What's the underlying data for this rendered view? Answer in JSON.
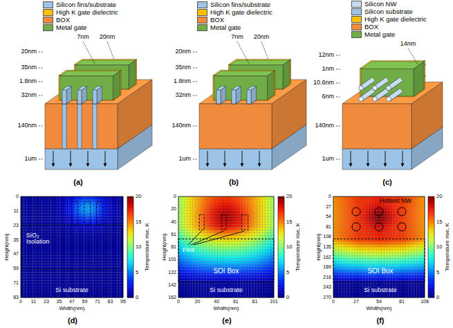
{
  "diagram": {
    "labels": [
      "7nm",
      "20nm",
      "20nm",
      "35nm",
      "1.8nm",
      "32nm",
      "140nm",
      "1um",
      "7nm",
      "20nm",
      "20nm",
      "35nm",
      "1.8nm",
      "32nm",
      "140nm",
      "1um",
      "14nm",
      "12nm",
      "1nm",
      "10.6nm",
      "6nm",
      "140nm",
      "1um",
      "(a)",
      "(b)",
      "(c)",
      "(d)",
      "(e)",
      "(f)",
      "Height(nm)",
      "0",
      "11",
      "23",
      "35",
      "47",
      "59",
      "71",
      "83",
      "0",
      "11",
      "23",
      "35",
      "47",
      "59",
      "71",
      "83",
      "95",
      "Width(nm)",
      "20",
      "15",
      "10",
      "5",
      "0",
      "Temperature rise, K",
      "SiO₂ Isolation",
      "Si substrate",
      "Height(nm)",
      "0",
      "20",
      "40",
      "61",
      "81",
      "101",
      "122",
      "142",
      "162",
      "0",
      "20",
      "40",
      "61",
      "81",
      "101",
      "Width(nm)",
      "20",
      "15",
      "10",
      "5",
      "0",
      "Temperature rise, K",
      "Fins",
      "SOI Box",
      "Si substrate",
      "Height(nm)",
      "0",
      "27",
      "54",
      "81",
      "108",
      "135",
      "162",
      "189",
      "216",
      "243",
      "270",
      "0",
      "27",
      "54",
      "81",
      "108",
      "Width(nm)",
      "20",
      "15",
      "10",
      "5",
      "0",
      "Temperature rise, K",
      "Hottest NW",
      "SOI Box",
      "Si substrate"
    ],
    "legend": [
      {
        "text": "Silicon fins/substrate",
        "color": "#9dc3e6"
      },
      {
        "text": "High K gate dielectric",
        "color": "#ffc000"
      },
      {
        "text": "BOX",
        "color": "#f08a3c"
      },
      {
        "text": "Metal gate",
        "color": "#70ad47"
      },
      {
        "text": "Silicon fins/substrate",
        "color": "#9dc3e6"
      },
      {
        "text": "High K gate dielectric",
        "color": "#ffc000"
      },
      {
        "text": "BOX",
        "color": "#f08a3c"
      },
      {
        "text": "Metal gate",
        "color": "#70ad47"
      },
      {
        "text": "Silicon NW",
        "color": "#c9dced"
      },
      {
        "text": "Silicon substrate",
        "color": "#9dc3e6"
      },
      {
        "text": "High K gate dielectric",
        "color": "#ffc000"
      },
      {
        "text": "BOX",
        "color": "#f08a3c"
      },
      {
        "text": "Metal gate",
        "color": "#70ad47"
      }
    ]
  }
}
